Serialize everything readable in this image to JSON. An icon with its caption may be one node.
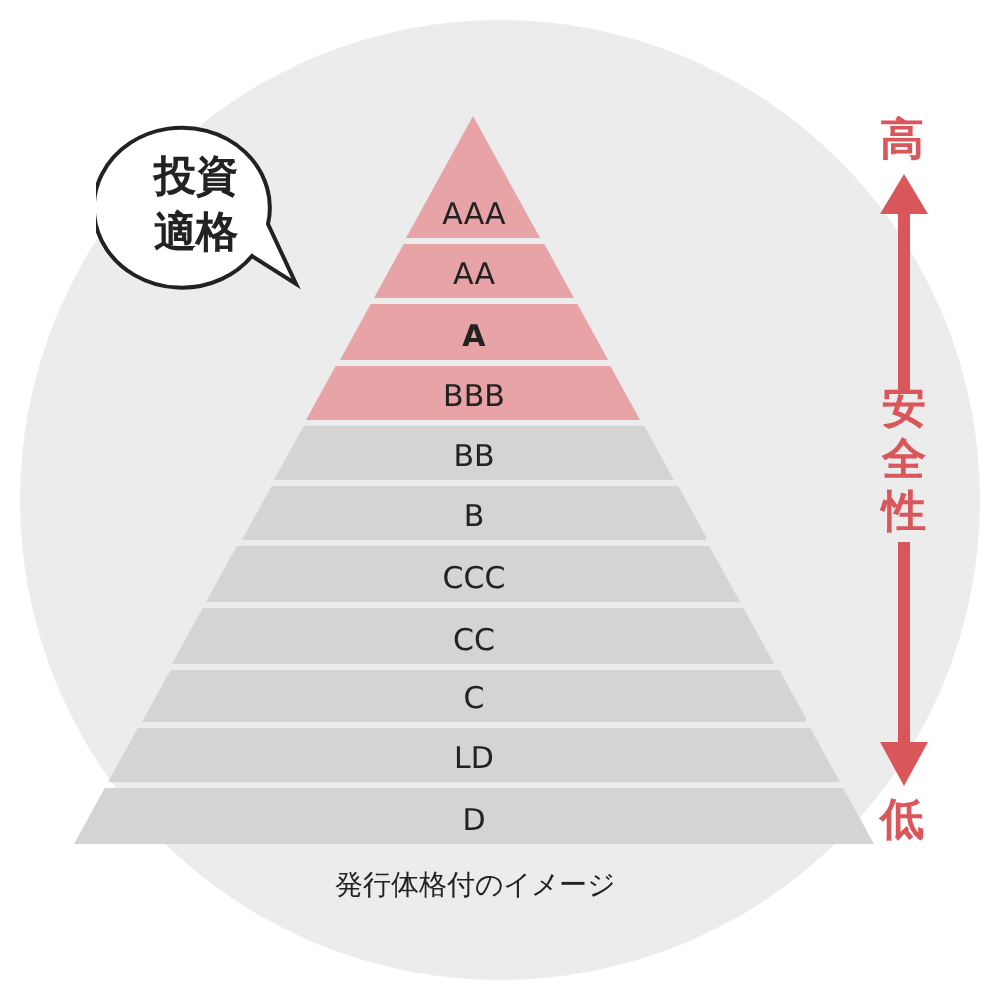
{
  "diagram": {
    "caption": "発行体格付のイメージ",
    "nodes": [
      {
        "text": [
          "投資適格"
        ]
      },
      {
        "text": [
          "AAA"
        ]
      },
      {
        "text": [
          "AA"
        ]
      },
      {
        "text": [
          "A"
        ]
      },
      {
        "text": [
          "BBB"
        ]
      },
      {
        "text": [
          "BB"
        ]
      },
      {
        "text": [
          "B"
        ]
      },
      {
        "text": [
          "CCC"
        ]
      },
      {
        "text": [
          "CC"
        ]
      },
      {
        "text": [
          "C"
        ]
      },
      {
        "text": [
          "LD"
        ]
      },
      {
        "text": [
          "D"
        ]
      }
    ],
    "labels": [
      "高",
      "安全性",
      "低"
    ]
  }
}
